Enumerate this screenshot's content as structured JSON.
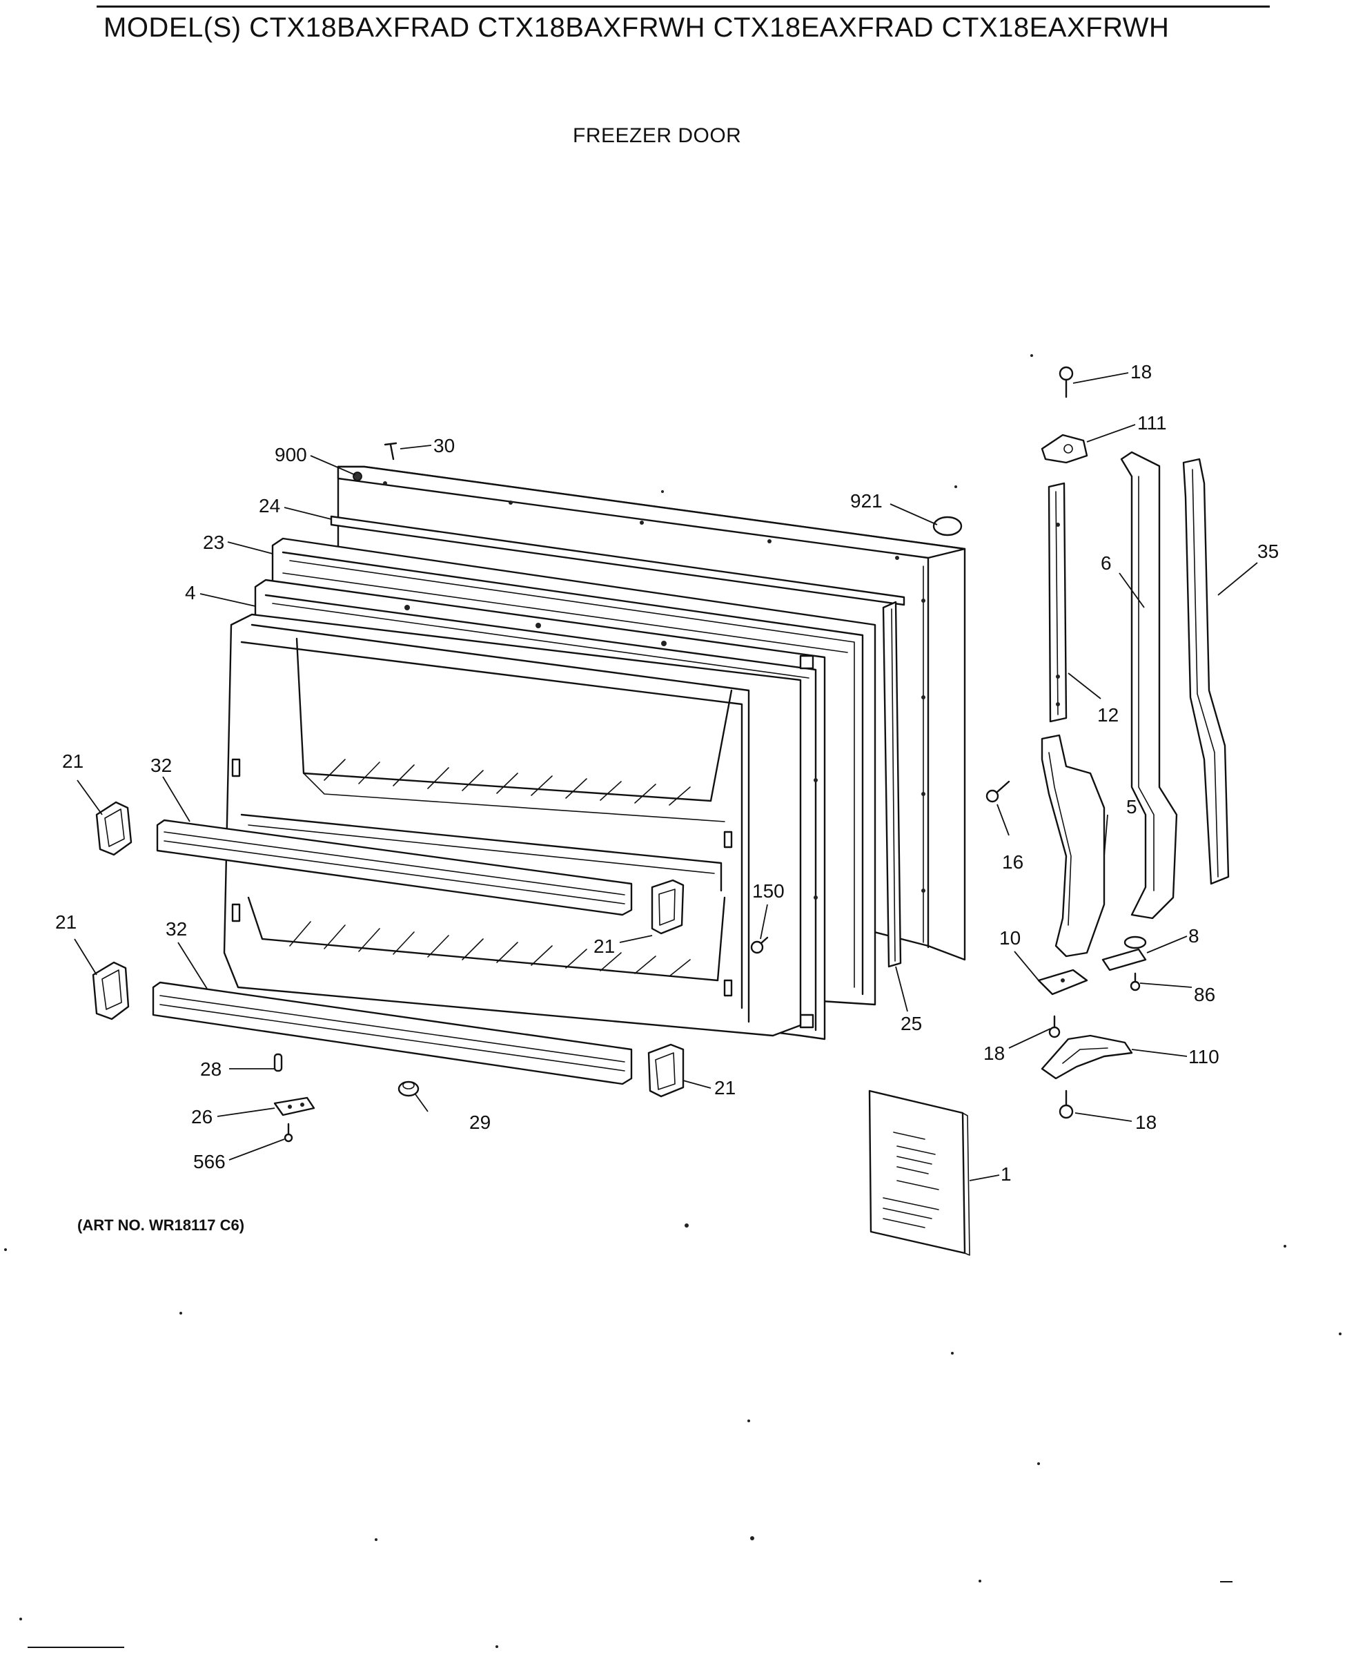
{
  "header": {
    "title": "MODEL(S) CTX18BAXFRAD  CTX18BAXFRWH  CTX18EAXFRAD  CTX18EAXFRWH",
    "subtitle": "FREEZER DOOR"
  },
  "footer": {
    "art_no": "(ART NO. WR18117 C6)"
  },
  "callouts": {
    "c18a": "18",
    "c111": "111",
    "c30": "30",
    "c900": "900",
    "c921": "921",
    "c24": "24",
    "c23": "23",
    "c4": "4",
    "c6": "6",
    "c35": "35",
    "c12": "12",
    "c21a": "21",
    "c32a": "32",
    "c5": "5",
    "c16": "16",
    "c150": "150",
    "c21b": "21",
    "c21c": "21",
    "c32b": "32",
    "c10": "10",
    "c8": "8",
    "c86": "86",
    "c25": "25",
    "c18b": "18",
    "c110": "110",
    "c28": "28",
    "c21d": "21",
    "c26": "26",
    "c29": "29",
    "c18c": "18",
    "c566": "566",
    "c1": "1"
  }
}
